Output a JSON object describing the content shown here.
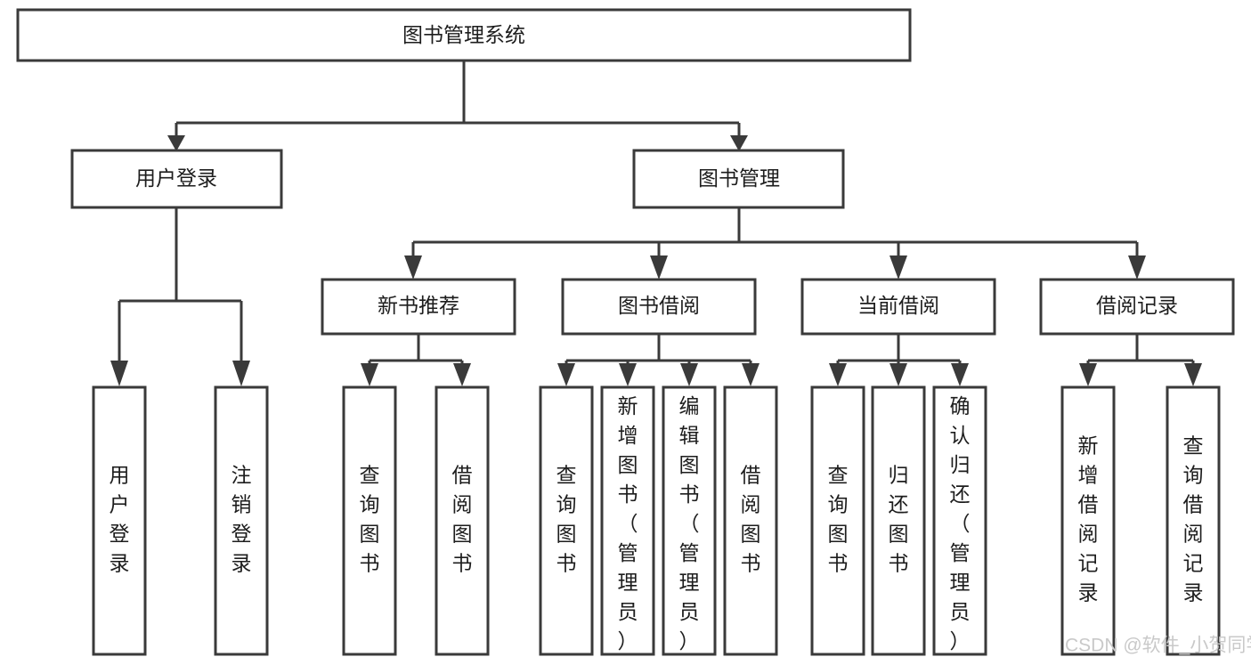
{
  "diagram": {
    "type": "tree-hierarchy",
    "title": "图书管理系统",
    "root": {
      "id": "root",
      "label": "图书管理系统",
      "orientation": "horizontal"
    },
    "level2": [
      {
        "id": "user-login",
        "label": "用户登录",
        "orientation": "horizontal"
      },
      {
        "id": "book-management",
        "label": "图书管理",
        "orientation": "horizontal"
      }
    ],
    "level3": [
      {
        "id": "new-book-recommend",
        "label": "新书推荐",
        "parent": "book-management",
        "orientation": "horizontal"
      },
      {
        "id": "book-borrow",
        "label": "图书借阅",
        "parent": "book-management",
        "orientation": "horizontal"
      },
      {
        "id": "current-borrow",
        "label": "当前借阅",
        "parent": "book-management",
        "orientation": "horizontal"
      },
      {
        "id": "borrow-record",
        "label": "借阅记录",
        "parent": "book-management",
        "orientation": "horizontal"
      }
    ],
    "leaves": [
      {
        "id": "leaf-user-login",
        "label": "用户登录",
        "parent": "user-login",
        "orientation": "vertical",
        "align": "center"
      },
      {
        "id": "leaf-logout-login",
        "label": "注销登录",
        "parent": "user-login",
        "orientation": "vertical",
        "align": "center"
      },
      {
        "id": "leaf-query-book-1",
        "label": "查询图书",
        "parent": "new-book-recommend",
        "orientation": "vertical",
        "align": "center"
      },
      {
        "id": "leaf-borrow-book-1",
        "label": "借阅图书",
        "parent": "new-book-recommend",
        "orientation": "vertical",
        "align": "center"
      },
      {
        "id": "leaf-query-book-2",
        "label": "查询图书",
        "parent": "book-borrow",
        "orientation": "vertical",
        "align": "center"
      },
      {
        "id": "leaf-add-book-admin",
        "label": "新增图书（管理员）",
        "parent": "book-borrow",
        "orientation": "vertical",
        "align": "top"
      },
      {
        "id": "leaf-edit-book-admin",
        "label": "编辑图书（管理员）",
        "parent": "book-borrow",
        "orientation": "vertical",
        "align": "top"
      },
      {
        "id": "leaf-borrow-book-2",
        "label": "借阅图书",
        "parent": "book-borrow",
        "orientation": "vertical",
        "align": "center"
      },
      {
        "id": "leaf-query-book-3",
        "label": "查询图书",
        "parent": "current-borrow",
        "orientation": "vertical",
        "align": "center"
      },
      {
        "id": "leaf-return-book",
        "label": "归还图书",
        "parent": "current-borrow",
        "orientation": "vertical",
        "align": "center"
      },
      {
        "id": "leaf-confirm-return-admin",
        "label": "确认归还（管理员）",
        "parent": "current-borrow",
        "orientation": "vertical",
        "align": "top"
      },
      {
        "id": "leaf-add-borrow-record",
        "label": "新增借阅记录",
        "parent": "borrow-record",
        "orientation": "vertical",
        "align": "center"
      },
      {
        "id": "leaf-query-borrow-record",
        "label": "查询借阅记录",
        "parent": "borrow-record",
        "orientation": "vertical",
        "align": "center"
      }
    ],
    "colors": {
      "stroke": "#3a3a3a",
      "box_fill": "#ffffff",
      "text": "#1d1d1d",
      "background": "#ffffff",
      "watermark": "#c9c9c9"
    }
  },
  "watermark": {
    "text": "CSDN @软件_小贺同学"
  }
}
